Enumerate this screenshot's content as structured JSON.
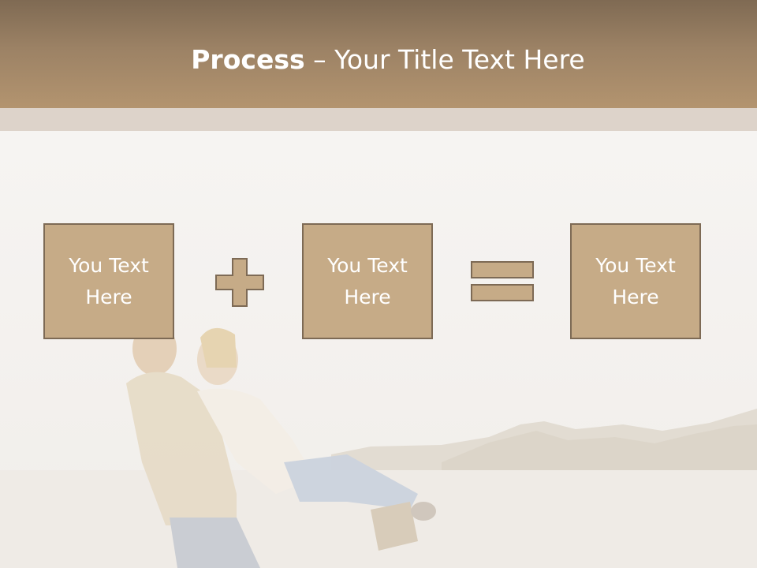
{
  "slide": {
    "title_bold": "Process",
    "title_rest": " – Your Title Text Here"
  },
  "process": {
    "boxes": [
      {
        "label": "You Text Here"
      },
      {
        "label": "You Text Here"
      },
      {
        "label": "You Text Here"
      }
    ],
    "operators": [
      "plus-icon",
      "equals-icon"
    ]
  },
  "colors": {
    "header": "#9c8265",
    "band": "#ddd3ca",
    "box_fill": "#c6ab87",
    "box_border": "#7d6a55"
  }
}
